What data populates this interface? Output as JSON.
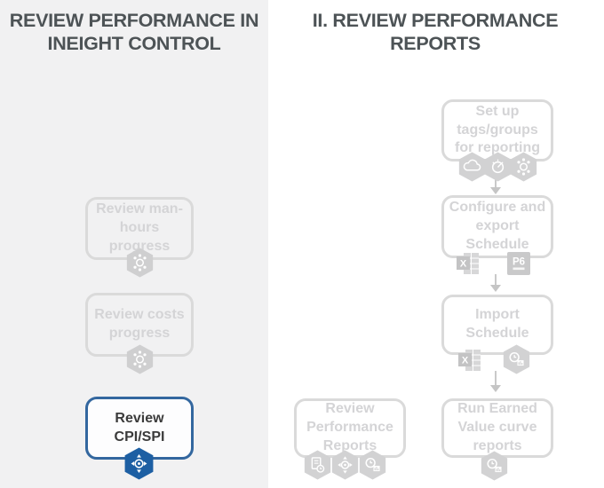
{
  "left_column": {
    "title": "REVIEW PERFORMANCE IN INEIGHT CONTROL",
    "steps": [
      {
        "label": "Review man-hours progress",
        "state": "inactive",
        "icons": [
          "hexagon-hub-icon"
        ]
      },
      {
        "label": "Review costs progress",
        "state": "inactive",
        "icons": [
          "hexagon-hub-icon"
        ]
      },
      {
        "label": "Review CPI/SPI",
        "state": "active",
        "icons": [
          "hexagon-plan-icon"
        ]
      }
    ]
  },
  "right_column": {
    "title": "II. REVIEW PERFORMANCE REPORTS",
    "steps": [
      {
        "label": "Set up tags/groups for reporting",
        "state": "inactive",
        "icons": [
          "cloud-icon",
          "gauge-icon",
          "hexagon-hub-icon"
        ]
      },
      {
        "label": "Configure and export Schedule",
        "state": "inactive",
        "icons": [
          "excel-icon",
          "p6-primavera-icon"
        ]
      },
      {
        "label": "Import Schedule",
        "state": "inactive",
        "icons": [
          "excel-icon",
          "schedule-clock-chart-icon"
        ]
      },
      {
        "label": "Run Earned Value curve reports",
        "state": "inactive",
        "icons": [
          "schedule-clock-chart-icon"
        ]
      },
      {
        "label": "Review Performance Reports",
        "state": "inactive",
        "icons": [
          "report-clock-icon",
          "hexagon-plan-icon",
          "schedule-clock-chart-icon"
        ]
      }
    ]
  },
  "icons": {
    "excel_letter": "X",
    "p6_label": "P6"
  },
  "colors": {
    "accent_blue_border": "#33679f",
    "accent_blue_hexagon": "#1d5fa3",
    "inactive_border": "#dadada",
    "inactive_text": "#d4d4d6",
    "header_text": "#4d5356",
    "panel_background": "#f1f1f2",
    "arrow": "#c9c9c9"
  }
}
